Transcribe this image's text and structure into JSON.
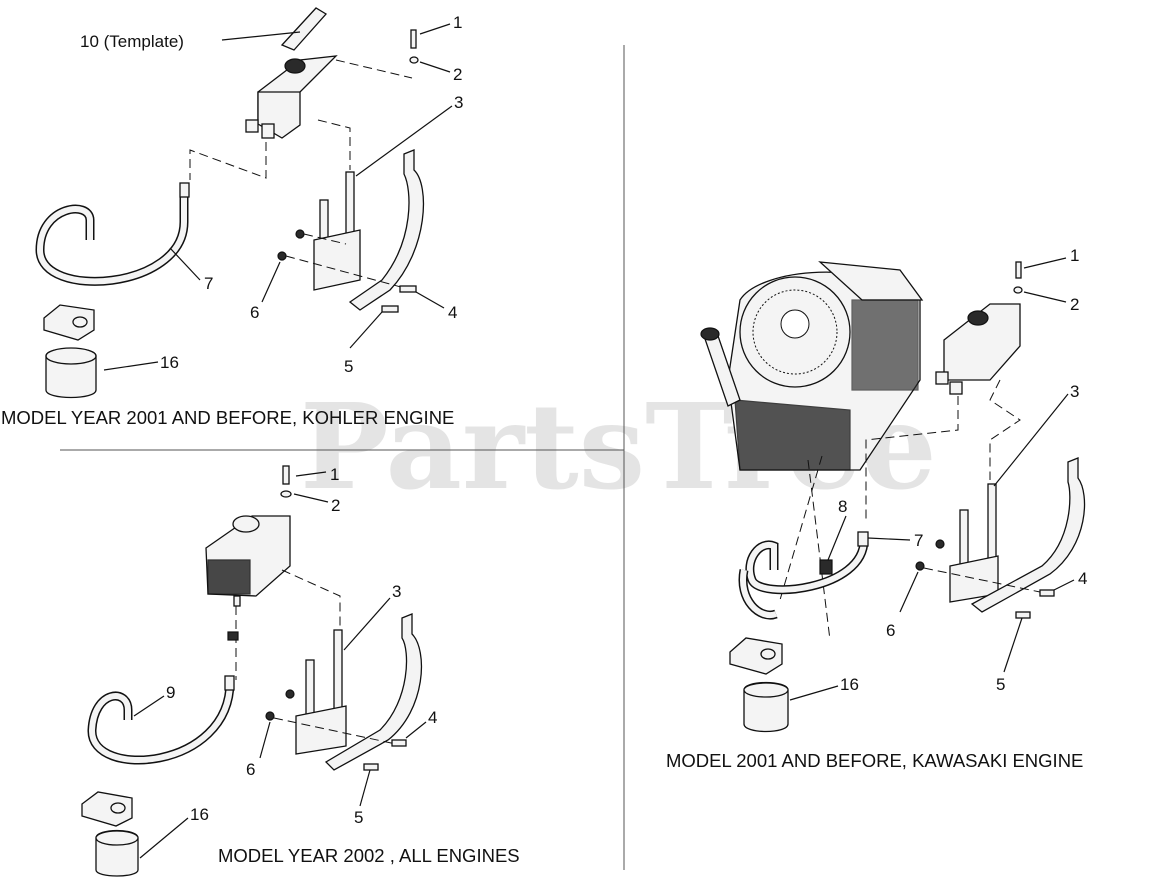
{
  "watermark": "PartsTree",
  "captions": {
    "kohler": "MODEL YEAR 2001 AND BEFORE, KOHLER ENGINE",
    "all": "MODEL YEAR 2002 , ALL ENGINES",
    "kawasaki": "MODEL 2001 AND BEFORE, KAWASAKI ENGINE"
  },
  "kohler_labels": {
    "template": "10 (Template)",
    "p1": "1",
    "p2": "2",
    "p3": "3",
    "p4": "4",
    "p5": "5",
    "p6": "6",
    "p7": "7",
    "p16": "16"
  },
  "all_labels": {
    "p1": "1",
    "p2": "2",
    "p3": "3",
    "p4": "4",
    "p5": "5",
    "p6": "6",
    "p9": "9",
    "p16": "16"
  },
  "kawasaki_labels": {
    "p1": "1",
    "p2": "2",
    "p3": "3",
    "p4": "4",
    "p5": "5",
    "p6": "6",
    "p7": "7",
    "p8": "8",
    "p16": "16"
  }
}
